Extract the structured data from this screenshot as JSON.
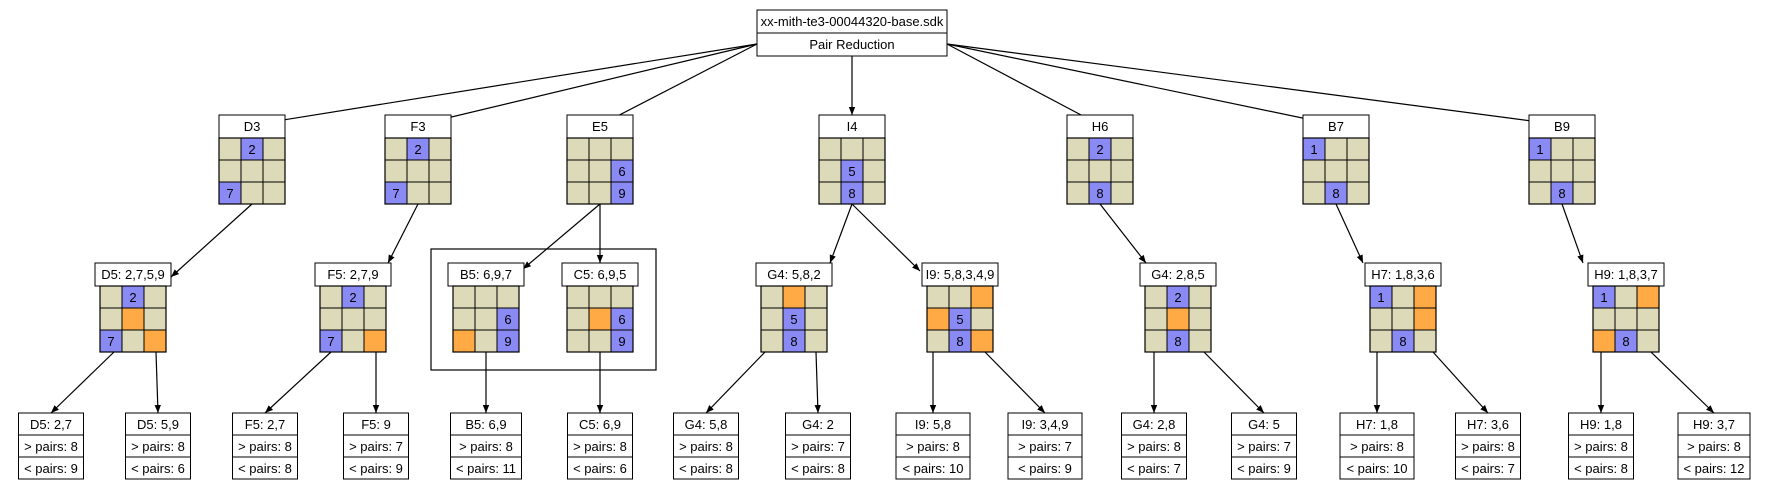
{
  "root": {
    "file": "xx-mith-te3-00044320-base.sdk",
    "technique": "Pair Reduction"
  },
  "colors": {
    "cell": "#dcdab8",
    "blue": "#8a8af5",
    "orange": "#ffaa44",
    "line": "#000000"
  },
  "nodes": {
    "l1_d3": {
      "label": "D3",
      "blue": {
        "2": "2",
        "7": "7"
      },
      "orange": {}
    },
    "l1_f3": {
      "label": "F3",
      "blue": {
        "2": "2",
        "7": "7"
      },
      "orange": {}
    },
    "l1_e5": {
      "label": "E5",
      "blue": {
        "6": "6",
        "9": "9"
      },
      "orange": {}
    },
    "l1_i4": {
      "label": "I4",
      "blue": {
        "5": "5",
        "8": "8"
      },
      "orange": {}
    },
    "l1_h6": {
      "label": "H6",
      "blue": {
        "2": "2",
        "8": "8"
      },
      "orange": {}
    },
    "l1_b7": {
      "label": "B7",
      "blue": {
        "1": "1",
        "8": "8"
      },
      "orange": {}
    },
    "l1_b9": {
      "label": "B9",
      "blue": {
        "1": "1",
        "8": "8"
      },
      "orange": {}
    },
    "l2_d5": {
      "label": "D5: 2,7,5,9",
      "blue": {
        "2": "2",
        "7": "7"
      },
      "orange": {
        "5": "",
        "9": ""
      }
    },
    "l2_f5": {
      "label": "F5: 2,7,9",
      "blue": {
        "2": "2",
        "7": "7"
      },
      "orange": {
        "9": ""
      }
    },
    "l2_b5": {
      "label": "B5: 6,9,7",
      "blue": {
        "6": "6",
        "9": "9"
      },
      "orange": {
        "7": ""
      }
    },
    "l2_c5": {
      "label": "C5: 6,9,5",
      "blue": {
        "6": "6",
        "9": "9"
      },
      "orange": {
        "5": ""
      }
    },
    "l2_g4": {
      "label": "G4: 5,8,2",
      "blue": {
        "5": "5",
        "8": "8"
      },
      "orange": {
        "2": ""
      }
    },
    "l2_i9": {
      "label": "I9: 5,8,3,4,9",
      "blue": {
        "5": "5",
        "8": "8"
      },
      "orange": {
        "3": "",
        "4": "",
        "9": ""
      }
    },
    "l2_g4b": {
      "label": "G4: 2,8,5",
      "blue": {
        "2": "2",
        "8": "8"
      },
      "orange": {
        "5": ""
      }
    },
    "l2_h7": {
      "label": "H7: 1,8,3,6",
      "blue": {
        "1": "1",
        "8": "8"
      },
      "orange": {
        "3": "",
        "6": ""
      }
    },
    "l2_h9": {
      "label": "H9: 1,8,3,7",
      "blue": {
        "1": "1",
        "8": "8"
      },
      "orange": {
        "3": "",
        "7": ""
      }
    }
  },
  "leaves": [
    {
      "label": "D5: 2,7",
      "gt": "> pairs: 8",
      "lt": "< pairs: 9"
    },
    {
      "label": "D5: 5,9",
      "gt": "> pairs: 8",
      "lt": "< pairs: 6"
    },
    {
      "label": "F5: 2,7",
      "gt": "> pairs: 8",
      "lt": "< pairs: 8"
    },
    {
      "label": "F5: 9",
      "gt": "> pairs: 7",
      "lt": "< pairs: 9"
    },
    {
      "label": "B5: 6,9",
      "gt": "> pairs: 8",
      "lt": "< pairs: 11"
    },
    {
      "label": "C5: 6,9",
      "gt": "> pairs: 8",
      "lt": "< pairs: 6"
    },
    {
      "label": "G4: 5,8",
      "gt": "> pairs: 8",
      "lt": "< pairs: 8"
    },
    {
      "label": "G4: 2",
      "gt": "> pairs: 7",
      "lt": "< pairs: 8"
    },
    {
      "label": "I9: 5,8",
      "gt": "> pairs: 8",
      "lt": "< pairs: 10"
    },
    {
      "label": "I9: 3,4,9",
      "gt": "> pairs: 7",
      "lt": "< pairs: 9"
    },
    {
      "label": "G4: 2,8",
      "gt": "> pairs: 8",
      "lt": "< pairs: 7"
    },
    {
      "label": "G4: 5",
      "gt": "> pairs: 7",
      "lt": "< pairs: 9"
    },
    {
      "label": "H7: 1,8",
      "gt": "> pairs: 8",
      "lt": "< pairs: 10"
    },
    {
      "label": "H7: 3,6",
      "gt": "> pairs: 8",
      "lt": "< pairs: 7"
    },
    {
      "label": "H9: 1,8",
      "gt": "> pairs: 8",
      "lt": "< pairs: 8"
    },
    {
      "label": "H9: 3,7",
      "gt": "> pairs: 8",
      "lt": "< pairs: 12"
    }
  ]
}
